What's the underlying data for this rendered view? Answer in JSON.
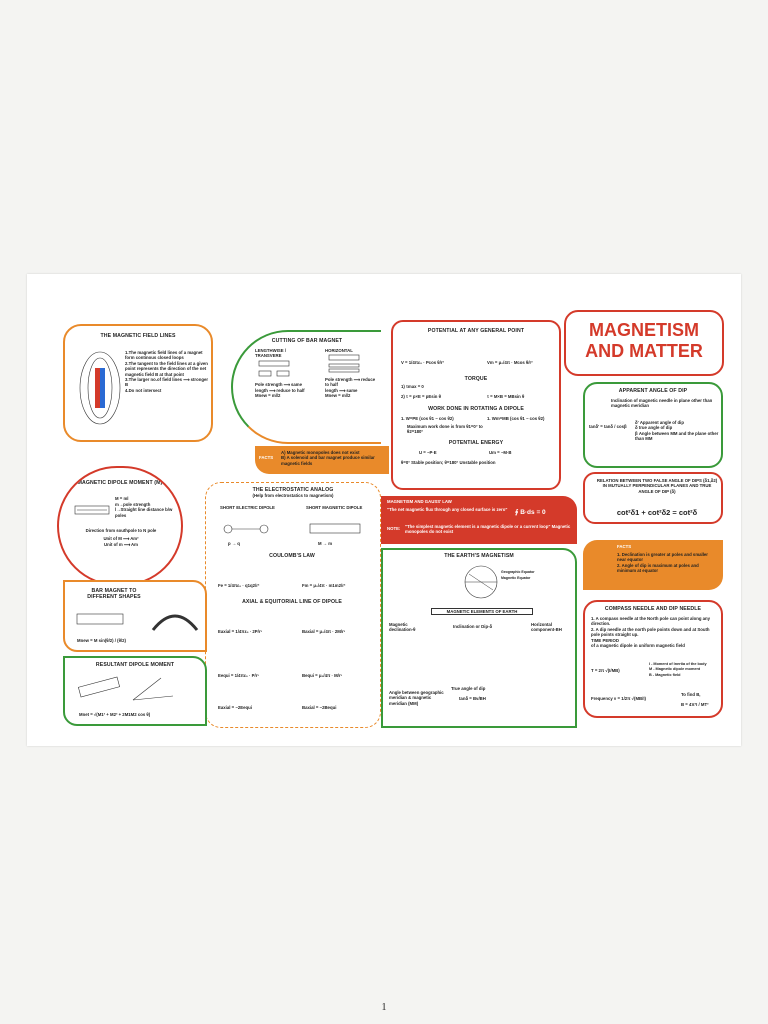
{
  "colors": {
    "red": "#d43a2a",
    "orange": "#e98a2a",
    "green": "#3a9a3a",
    "text": "#222222"
  },
  "title": {
    "line1": "MAGNETISM",
    "line2": "AND MATTER"
  },
  "field_lines": {
    "title": "THE MAGNETIC FIELD LINES",
    "points": [
      "1.The magnetic field lines of a magnet form continous closed loops",
      "2.The tangent to the field lines at a given point represents the direction of the net magnetic field B at that point",
      "3.The larger no.of field lines ⟶ stronger B",
      "4.Do not intersect"
    ]
  },
  "cutting": {
    "title": "CUTTING OF BAR MAGNET",
    "lengthwise": "LENGTHWISE / TRANSVERE",
    "horizontal": "HORIZONTAL",
    "pole_same": "Pole strength ⟶ same",
    "length_half": "length ⟶ reduce to half",
    "pole_half": "Pole strength ⟶ reduce to half",
    "length_same": "length ⟶ same",
    "mnew_left": "Mnew = ml/2",
    "mnew_right": "Mnew = ml/2"
  },
  "facts1": {
    "label": "FACTS",
    "a": "A) Magnetic monopoles does not exist",
    "b": "B) A solenoid and bar magnet produce similar magnetic fields"
  },
  "potential": {
    "title": "POTENTIAL AT ANY GENERAL POINT",
    "v1": "V = 1/4πε₀ · Pcos θ/r²",
    "v2": "Vm = μ₀/4π · Mcos θ/r²",
    "torque_title": "TORQUE",
    "t1": "1) τmax = 0",
    "t2": "2) τ = p×E = pEsin θ",
    "t3": "τ = M×B = MBsin θ",
    "work_title": "WORK DONE IN ROTATING A DIPOLE",
    "w1": "1. W=PE (cos θ1 − cos θ2)",
    "w2": "1. Wm=MB (cos θ1 − cos θ2)",
    "w3": "Maximum work done is from θ1=0° to θ2=180°",
    "pe_title": "POTENTIAL ENERGY",
    "u1": "U = −P·E",
    "u2": "Um = −M·B",
    "stable": "θ=0° Stable position; θ=180° Unstable position"
  },
  "dip_apparent": {
    "title": "APPARENT ANGLE OF DIP",
    "desc": "Inclination of magnetic needle in plane other than magnetic meridian",
    "formula": "tanδ' = tanδ / cosβ",
    "n1": "δ' Apparent angle of dip",
    "n2": "δ true angle of dip",
    "n3": "β Angle between MM and the plane other than MM"
  },
  "false_planes": {
    "title": "RELATION BETWEEN TWO FALSE ANGLE OF DIPS (δ1,δ2) IN MUTUALLY PERPENDICULAR PLANES AND TRUE ANGLE OF DIP (δ)",
    "formula": "cot²δ1 + cot²δ2 = cot²δ"
  },
  "dipole_moment": {
    "title": "MAGNETIC DIPOLE MOMENT (M)",
    "m": "M = ml",
    "m_pole": "m→pole strength",
    "l_def": "l→Straight line distance b/w poles",
    "dir": "Direction from southpole to N pole",
    "unit1": "Unit of M ⟶ Am²",
    "unit2": "Unit of m ⟶ Am"
  },
  "electrostatic": {
    "title": "THE ELECTROSTATIC ANALOG",
    "sub": "(Help from electrostatics to magnetism)",
    "short_e": "SHORT ELECTRIC DIPOLE",
    "short_m": "SHORT MAGNETIC DIPOLE",
    "pq": "p → q",
    "mm": "M → m",
    "coulomb": "COULOMB'S LAW",
    "fe": "Fe = 1/4πε₀ · q1q2/r²",
    "fm": "Fm = μ₀/4π · m1m2/r²",
    "axial": "AXIAL & EQUITORIAL LINE OF DIPOLE",
    "ea": "Eaxial = 1/4πε₀ · 2P/r³",
    "ba": "Baxial = μ₀/4π · 2M/r³",
    "ee": "Eequi = 1/4πε₀ · P/r³",
    "be": "Bequi = μ₀/4π · M/r³",
    "er": "Eaxial = −2Eequi",
    "br": "Baxial = −2Bequi"
  },
  "gauss": {
    "title": "MAGNETISM AND GAUSS' LAW",
    "statement": "\"The net magnetic flux through any closed surface is zero\"",
    "formula": "∮ B·ds = 0",
    "note_label": "NOTE:",
    "note": "\"The simplest magnetic element is a magnetic dipole or a current loop\" Magnetic monopoles do not exist"
  },
  "earth": {
    "title": "THE EARTH'S MAGNETISM",
    "elements": "MAGNETIC ELEMENTS OF EARTH",
    "declination": "Magnetic declination-θ",
    "inclination": "Inclination or Dip-δ",
    "horizontal": "Horizontal component-BH",
    "angle_def": "Angle between geographic meridian & magnetic meridian (MM)",
    "true_dip": "True angle of dip",
    "tan_dip": "tanδ = Bv/BH",
    "geo_eq": "Geographic Equator",
    "mag_eq": "Magnetic Equator"
  },
  "facts2": {
    "label": "FACTS",
    "f1": "1. Declination is greater at poles and smaller near equator",
    "f2": "2. Angle of dip is maximum at poles and minimum at equator"
  },
  "bar_shapes": {
    "title": "BAR MAGNET TO DIFFERENT SHAPES",
    "formula": "Mnew = M sin(θ/2) / (θ/2)"
  },
  "resultant": {
    "title": "RESULTANT DIPOLE MOMENT",
    "formula": "Mnet = √(M1² + M2² + 2M1M2 cos θ)"
  },
  "compass": {
    "title": "COMPASS NEEDLE AND DIP NEEDLE",
    "p1": "1. A compass needle at the North pole can point along any direction.",
    "p2": "2. A dip needle at the north pole points down and at South pole points straight up.",
    "time_title": "TIME PERIOD",
    "time_desc": "of a magnetic dipole in uniform magnetic field",
    "t": "T = 2π √(I/MB)",
    "i": "I - Moment of Inertia of the body",
    "mdef": "M - Magnetic dipole moment",
    "bdef": "B - Magnetic field",
    "freq": "Frequency ν = 1/2π √(MB/I)",
    "find": "To find B,",
    "bf": "B = 4π²I / MT²"
  },
  "page_number": "1"
}
